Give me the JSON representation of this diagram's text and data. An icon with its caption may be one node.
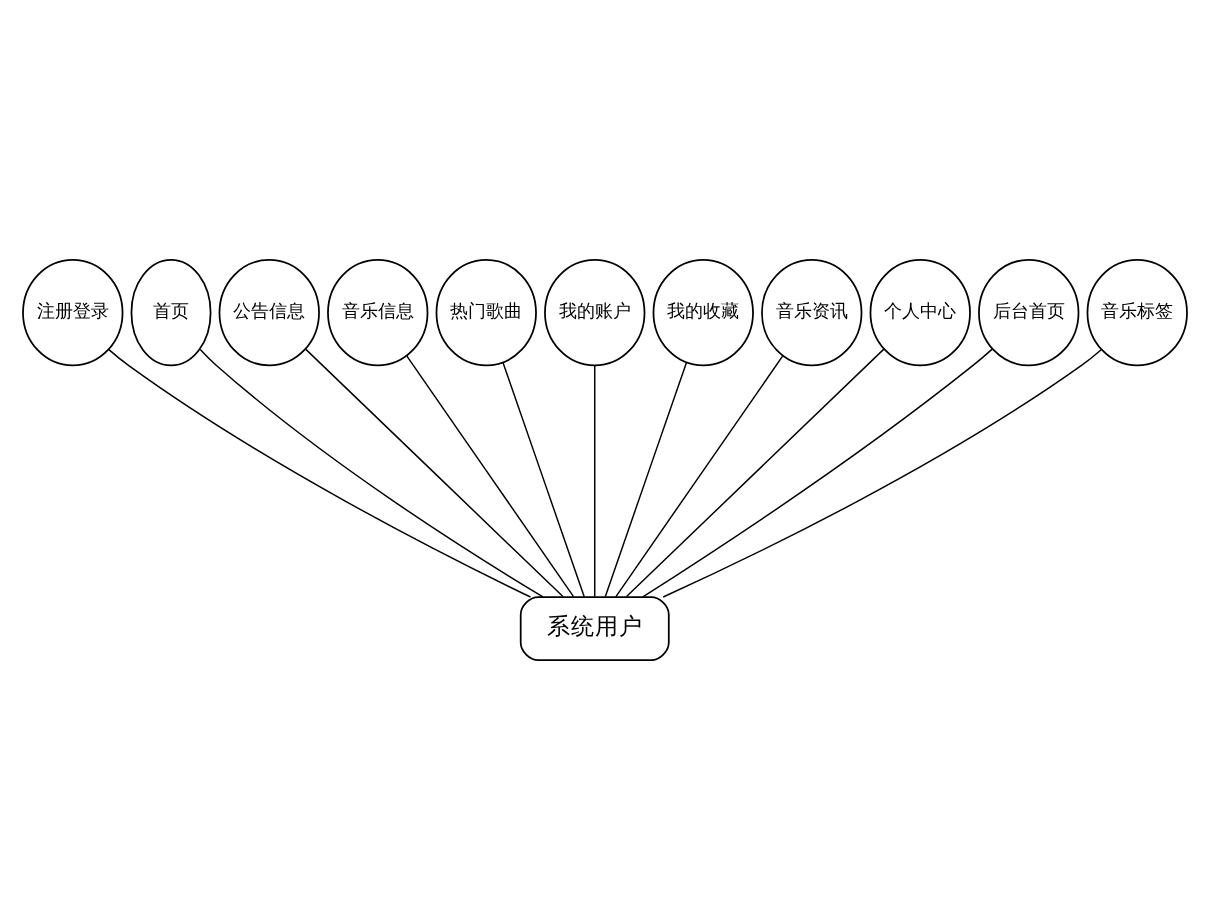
{
  "diagram": {
    "nodes": [
      {
        "text": [
          "注册登录"
        ]
      },
      {
        "text": [
          "首页"
        ]
      },
      {
        "text": [
          "公告信息"
        ]
      },
      {
        "text": [
          "音乐信息"
        ]
      },
      {
        "text": [
          "热门歌曲"
        ]
      },
      {
        "text": [
          "我的账户"
        ]
      },
      {
        "text": [
          "我的收藏"
        ]
      },
      {
        "text": [
          "音乐资讯"
        ]
      },
      {
        "text": [
          "个人中心"
        ]
      },
      {
        "text": [
          "后台首页"
        ]
      },
      {
        "text": [
          "音乐标签"
        ]
      },
      {
        "text": [
          "系统用户"
        ]
      }
    ],
    "edges": [
      {
        "from": 11,
        "to": 0,
        "arrow": "none"
      },
      {
        "from": 11,
        "to": 1,
        "arrow": "none"
      },
      {
        "from": 11,
        "to": 2,
        "arrow": "none"
      },
      {
        "from": 11,
        "to": 3,
        "arrow": "none"
      },
      {
        "from": 11,
        "to": 4,
        "arrow": "none"
      },
      {
        "from": 11,
        "to": 5,
        "arrow": "none"
      },
      {
        "from": 11,
        "to": 6,
        "arrow": "none"
      },
      {
        "from": 11,
        "to": 7,
        "arrow": "none"
      },
      {
        "from": 11,
        "to": 8,
        "arrow": "none"
      },
      {
        "from": 11,
        "to": 9,
        "arrow": "none"
      },
      {
        "from": 11,
        "to": 10,
        "arrow": "none"
      }
    ]
  }
}
